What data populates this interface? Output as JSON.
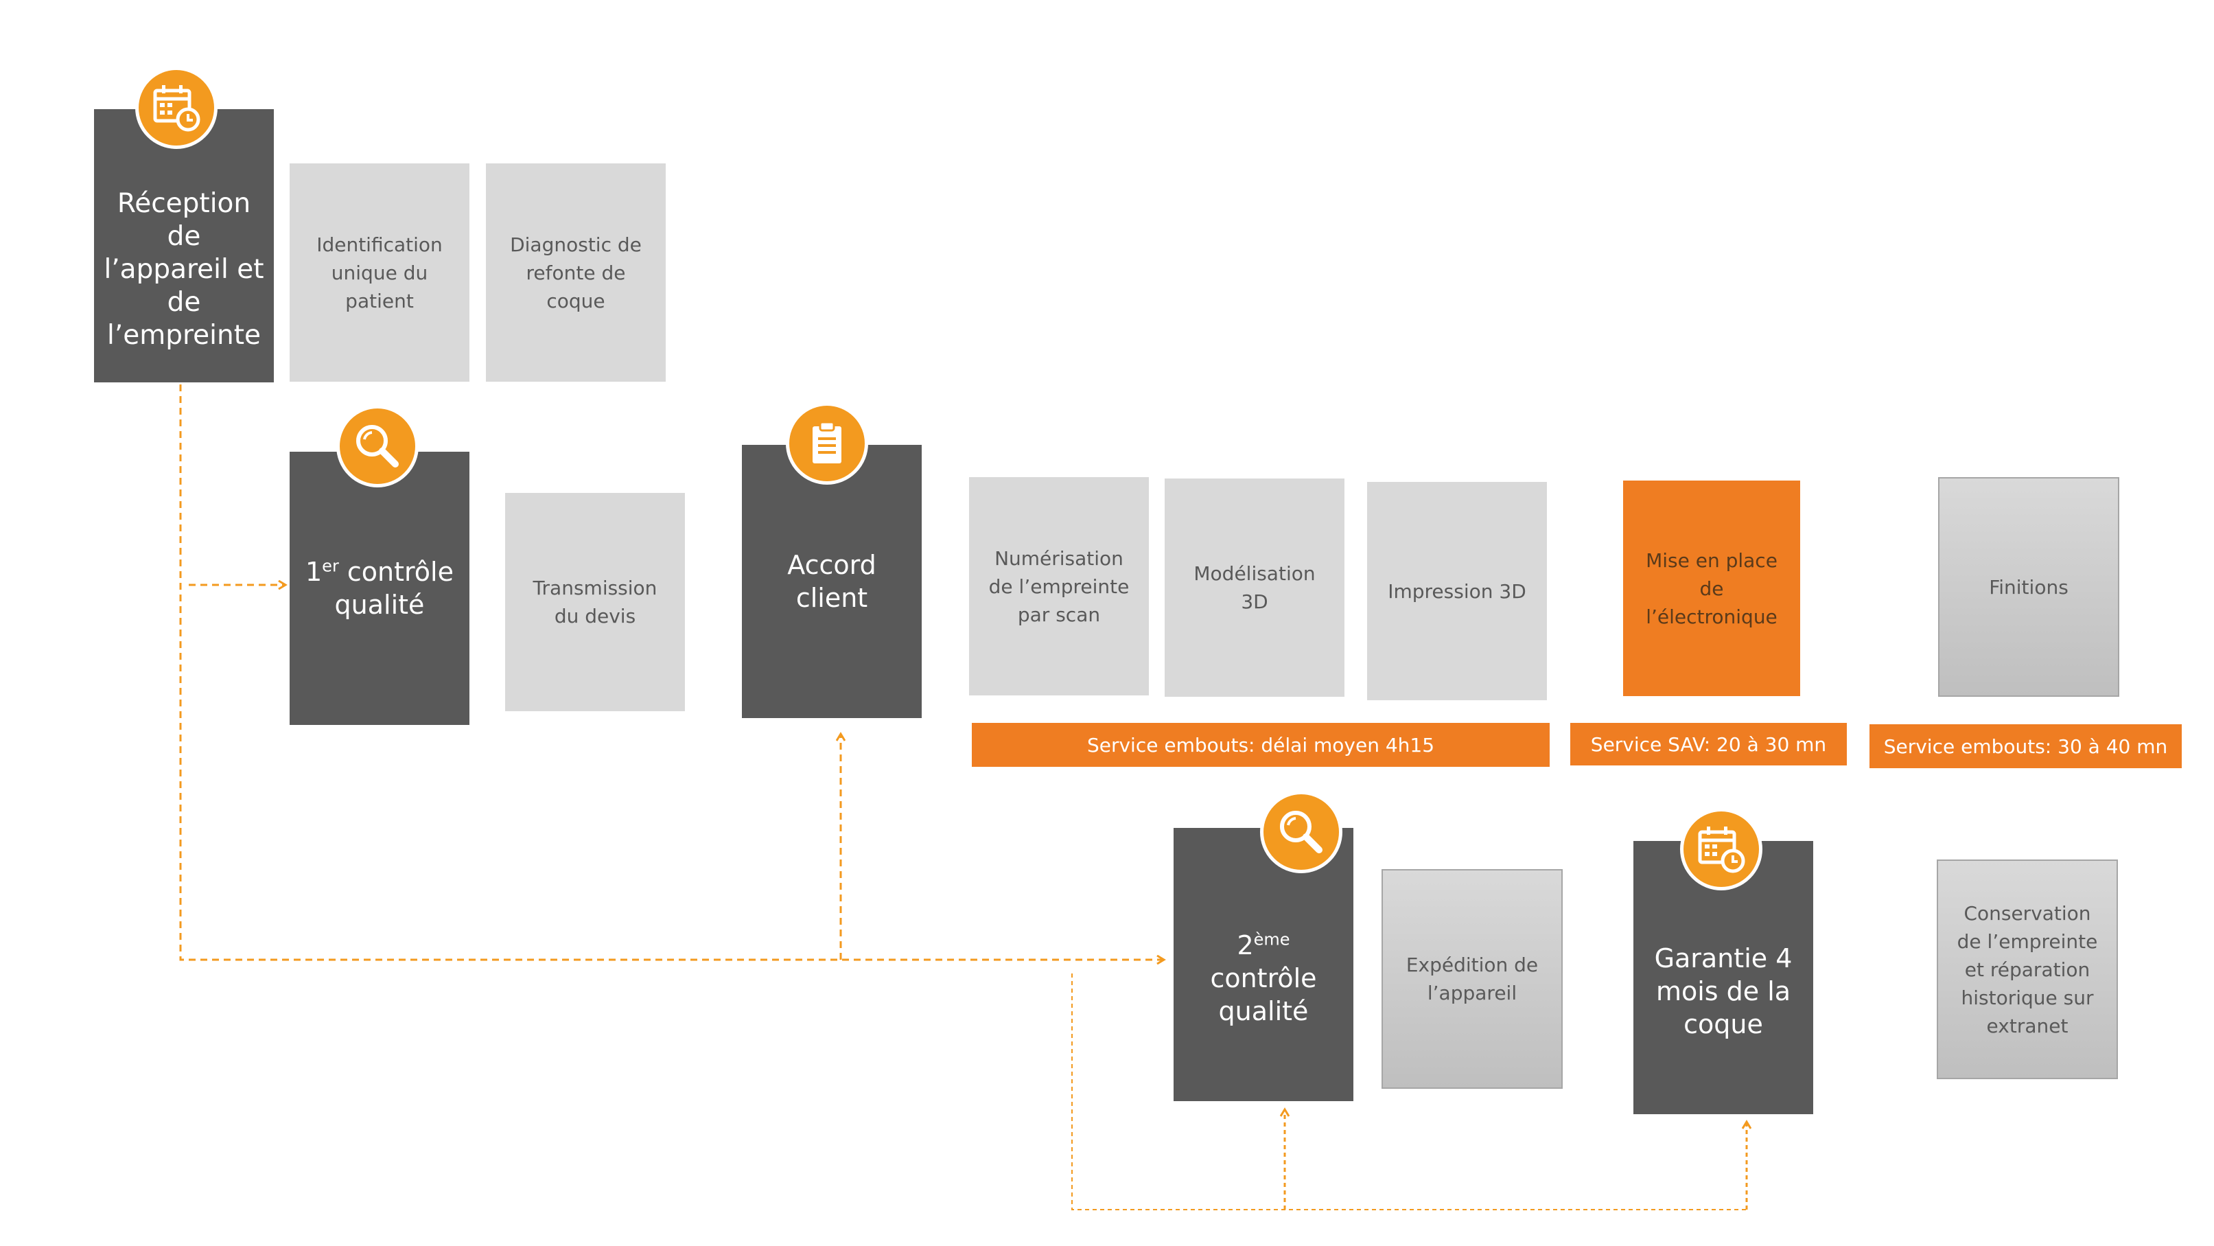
{
  "steps": {
    "reception": {
      "label": "Réception de l’appareil et de l’empreinte"
    },
    "identification": {
      "label": "Identification unique du patient"
    },
    "diagnostic": {
      "label": "Diagnostic de refonte de coque"
    },
    "controle1": {
      "num": "1",
      "sup": "er",
      "label": " contrôle qualité"
    },
    "transmission": {
      "label": "Transmission du devis"
    },
    "accord": {
      "label": "Accord client"
    },
    "numerisation": {
      "label": "Numérisation de l’empreinte par scan"
    },
    "modelisation": {
      "label": "Modélisation 3D"
    },
    "impression": {
      "label": "Impression 3D"
    },
    "electronique": {
      "label": "Mise en place de l’électronique"
    },
    "finitions": {
      "label": "Finitions"
    },
    "controle2": {
      "num": "2",
      "sup": "ème",
      "label": "contrôle qualité"
    },
    "expedition": {
      "label": "Expédition de l’appareil"
    },
    "garantie": {
      "label": "Garantie 4 mois de la coque"
    },
    "conservation": {
      "label": "Conservation de l’empreinte et réparation historique sur extranet"
    }
  },
  "bands": {
    "embouts1": "Service embouts: délai moyen 4h15",
    "sav": "Service SAV: 20 à 30 mn",
    "embouts2": "Service embouts: 30 à 40 mn"
  },
  "icons": {
    "reception": "calendar-clock-icon",
    "controle1": "magnifier-icon",
    "accord": "clipboard-icon",
    "controle2": "magnifier-icon",
    "garantie": "calendar-clock-icon"
  },
  "colors": {
    "dark_box": "#595959",
    "light_box": "#d9d9d9",
    "accent_orange": "#ef7d22",
    "icon_orange": "#f39a1f",
    "connector": "#f39a1f"
  }
}
